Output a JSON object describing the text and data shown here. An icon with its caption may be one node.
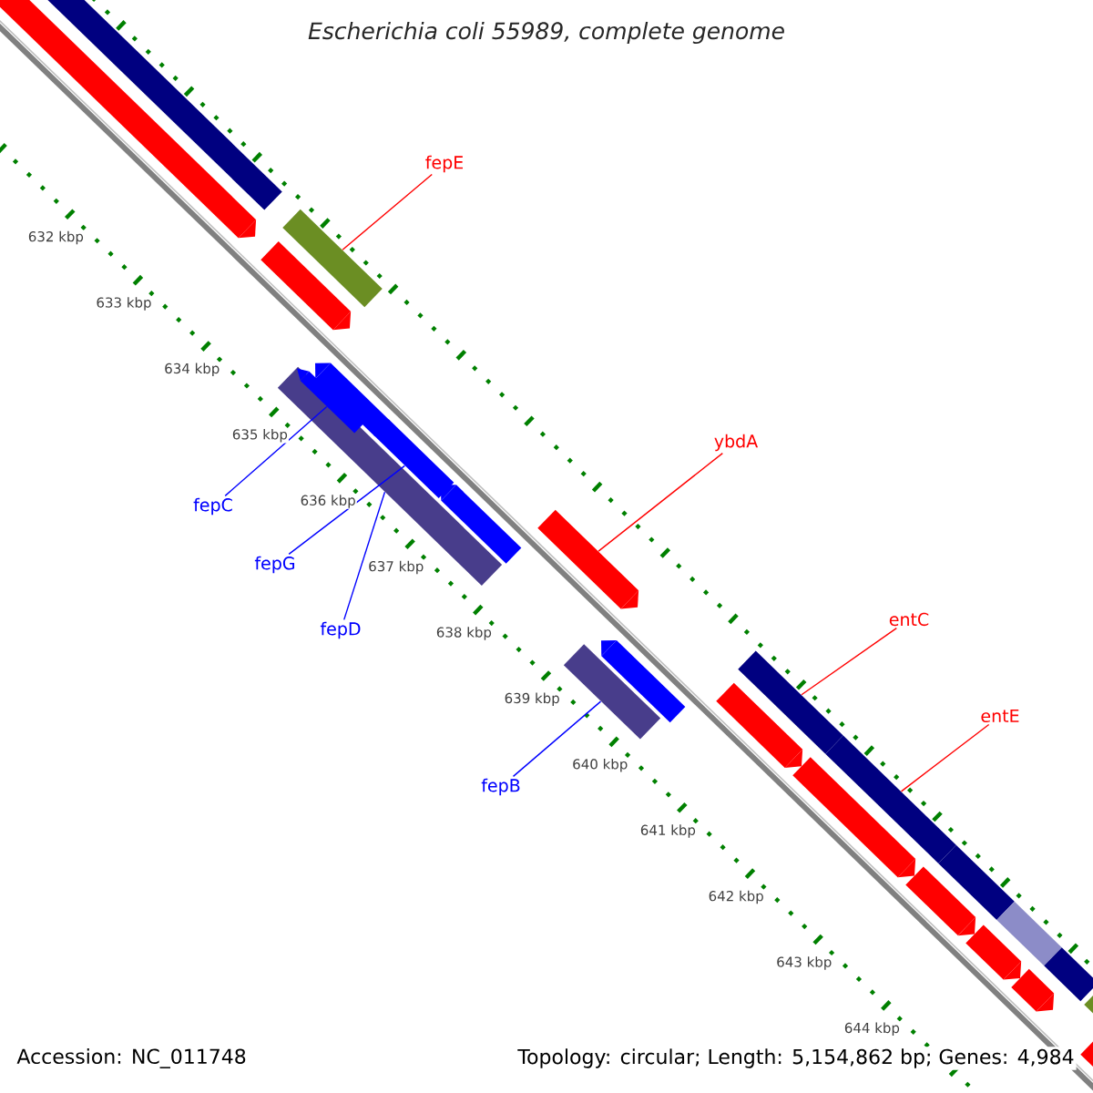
{
  "diagram": {
    "title": "Escherichia coli 55989, complete genome",
    "nodes": [
      {
        "text": [
          "fepE"
        ]
      },
      {
        "text": [
          "ybdA"
        ]
      },
      {
        "text": [
          "entC"
        ]
      },
      {
        "text": [
          "entE"
        ]
      },
      {
        "text": [
          "fepC"
        ]
      },
      {
        "text": [
          "fepG"
        ]
      },
      {
        "text": [
          "fepD"
        ]
      },
      {
        "text": [
          "fepB"
        ]
      },
      {
        "text": [],
        "shape": "arrow"
      },
      {
        "text": [],
        "shape": "bar"
      },
      {
        "text": [],
        "shape": "arrow"
      },
      {
        "text": [],
        "shape": "bar"
      },
      {
        "text": [],
        "shape": "bar"
      },
      {
        "text": [],
        "shape": "arrow",
        "in": 11
      },
      {
        "text": [],
        "shape": "arrow"
      },
      {
        "text": [],
        "shape": "arrow"
      },
      {
        "text": [],
        "shape": "arrow"
      },
      {
        "text": [],
        "shape": "arrow"
      },
      {
        "text": [],
        "shape": "bar"
      },
      {
        "text": [],
        "shape": "arrow"
      },
      {
        "text": [],
        "shape": "arrow"
      },
      {
        "text": [],
        "shape": "bar"
      },
      {
        "text": [],
        "shape": "arrow"
      },
      {
        "text": [],
        "shape": "bar"
      },
      {
        "text": [],
        "shape": "arrow"
      },
      {
        "text": [],
        "shape": "bar"
      },
      {
        "text": [],
        "shape": "arrow"
      },
      {
        "text": [],
        "shape": "bar"
      },
      {
        "text": [],
        "shape": "arrow"
      },
      {
        "text": [],
        "shape": "bar"
      },
      {
        "text": [],
        "shape": "arrow"
      },
      {
        "text": [],
        "shape": "bar"
      }
    ],
    "edges": [
      {
        "from": 0,
        "to": 12,
        "arrow": "none",
        "color": "#ff0000"
      },
      {
        "from": 1,
        "to": 17,
        "arrow": "none",
        "color": "#ff0000"
      },
      {
        "from": 2,
        "to": 21,
        "arrow": "none",
        "color": "#ff0000"
      },
      {
        "from": 3,
        "to": 23,
        "arrow": "none",
        "color": "#ff0000"
      },
      {
        "from": 4,
        "to": 13,
        "arrow": "none",
        "color": "#0000ff"
      },
      {
        "from": 5,
        "to": 15,
        "arrow": "none",
        "color": "#0000ff"
      },
      {
        "from": 6,
        "to": 11,
        "arrow": "none",
        "color": "#0000ff"
      },
      {
        "from": 7,
        "to": 18,
        "arrow": "none",
        "color": "#0000ff"
      }
    ],
    "labels": [
      "632 kbp",
      "633 kbp",
      "634 kbp",
      "635 kbp",
      "636 kbp",
      "637 kbp",
      "638 kbp",
      "639 kbp",
      "640 kbp",
      "641 kbp",
      "642 kbp",
      "643 kbp",
      "644 kbp",
      "Accession: NC_011748",
      "Topology: circular; Length: 5,154,862 bp; Genes: 4,984"
    ]
  }
}
